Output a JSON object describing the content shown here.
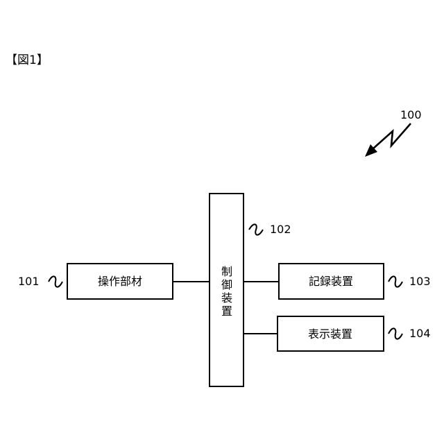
{
  "figure_label": "【図1】",
  "system_ref": "100",
  "blocks": {
    "operation": {
      "label": "操作部材",
      "ref": "101"
    },
    "control": {
      "label_chars": [
        "制",
        "御",
        "装",
        "置"
      ],
      "ref": "102"
    },
    "recording": {
      "label": "記録装置",
      "ref": "103"
    },
    "display": {
      "label": "表示装置",
      "ref": "104"
    }
  },
  "colors": {
    "line": "#000000",
    "background": "#ffffff"
  }
}
